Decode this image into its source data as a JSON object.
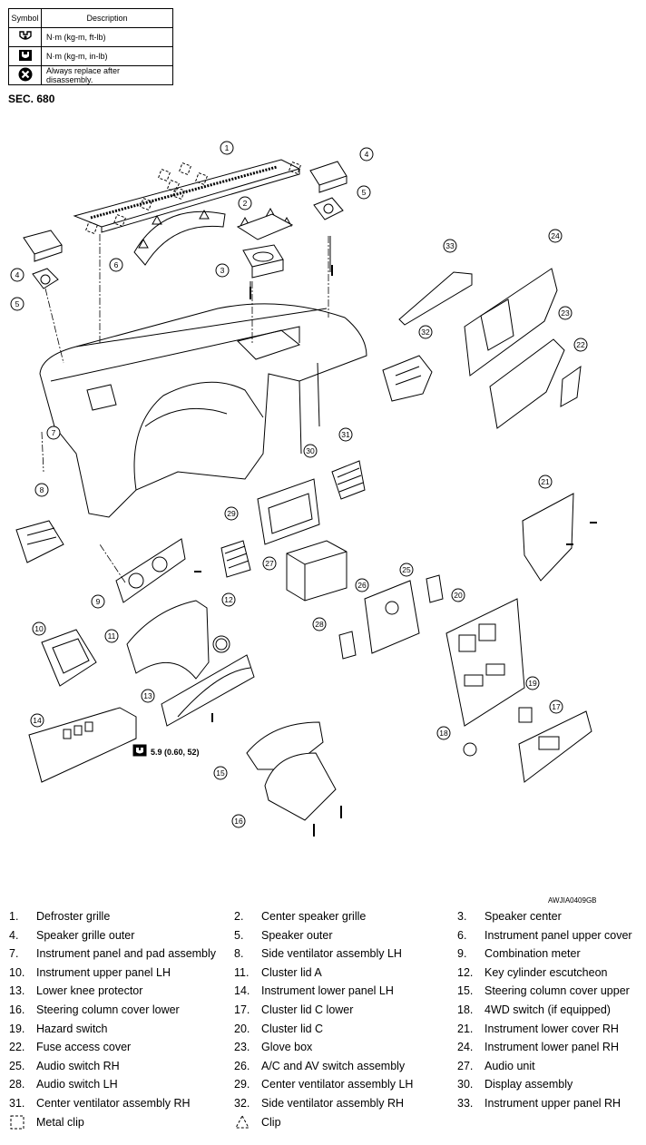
{
  "legend": {
    "header_symbol": "Symbol",
    "header_description": "Description",
    "rows": [
      {
        "icon": "torque-wrench-icon",
        "text": "N·m (kg-m, ft-lb)"
      },
      {
        "icon": "torque-wrench-small-icon",
        "text": "N·m (kg-m, in-lb)"
      },
      {
        "icon": "replace-part-icon",
        "text": "Always replace after disassembly."
      }
    ]
  },
  "section_label": "SEC. 680",
  "figure_code": "AWJIA0409GB",
  "torque_spec": "5.9 (0.60, 52)",
  "callouts": [
    "1",
    "2",
    "3",
    "4",
    "4",
    "5",
    "5",
    "6",
    "7",
    "8",
    "9",
    "10",
    "11",
    "12",
    "13",
    "14",
    "15",
    "16",
    "17",
    "18",
    "19",
    "20",
    "21",
    "22",
    "23",
    "24",
    "25",
    "26",
    "27",
    "28",
    "29",
    "30",
    "31",
    "32",
    "33"
  ],
  "parts": [
    {
      "num": "1.",
      "name": "Defroster grille"
    },
    {
      "num": "2.",
      "name": "Center speaker grille"
    },
    {
      "num": "3.",
      "name": "Speaker center"
    },
    {
      "num": "4.",
      "name": "Speaker grille outer"
    },
    {
      "num": "5.",
      "name": "Speaker outer"
    },
    {
      "num": "6.",
      "name": "Instrument panel upper cover"
    },
    {
      "num": "7.",
      "name": "Instrument panel and pad assembly"
    },
    {
      "num": "8.",
      "name": "Side ventilator assembly LH"
    },
    {
      "num": "9.",
      "name": "Combination meter"
    },
    {
      "num": "10.",
      "name": "Instrument upper panel LH"
    },
    {
      "num": "11.",
      "name": "Cluster lid A"
    },
    {
      "num": "12.",
      "name": "Key cylinder escutcheon"
    },
    {
      "num": "13.",
      "name": "Lower knee protector"
    },
    {
      "num": "14.",
      "name": "Instrument lower panel LH"
    },
    {
      "num": "15.",
      "name": "Steering column cover upper"
    },
    {
      "num": "16.",
      "name": "Steering column cover lower"
    },
    {
      "num": "17.",
      "name": "Cluster lid C lower"
    },
    {
      "num": "18.",
      "name": "4WD switch (if equipped)"
    },
    {
      "num": "19.",
      "name": "Hazard switch"
    },
    {
      "num": "20.",
      "name": "Cluster lid C"
    },
    {
      "num": "21.",
      "name": "Instrument lower cover RH"
    },
    {
      "num": "22.",
      "name": "Fuse access cover"
    },
    {
      "num": "23.",
      "name": "Glove box"
    },
    {
      "num": "24.",
      "name": "Instrument lower panel RH"
    },
    {
      "num": "25.",
      "name": "Audio switch RH"
    },
    {
      "num": "26.",
      "name": "A/C and AV switch assembly"
    },
    {
      "num": "27.",
      "name": "Audio unit"
    },
    {
      "num": "28.",
      "name": "Audio switch LH"
    },
    {
      "num": "29.",
      "name": "Center ventilator assembly LH"
    },
    {
      "num": "30.",
      "name": "Display assembly"
    },
    {
      "num": "31.",
      "name": "Center ventilator assembly RH"
    },
    {
      "num": "32.",
      "name": "Side ventilator assembly RH"
    },
    {
      "num": "33.",
      "name": "Instrument upper panel RH"
    }
  ],
  "symbol_key": [
    {
      "icon": "metal-clip-icon",
      "name": "Metal clip"
    },
    {
      "icon": "clip-icon",
      "name": "Clip"
    }
  ]
}
